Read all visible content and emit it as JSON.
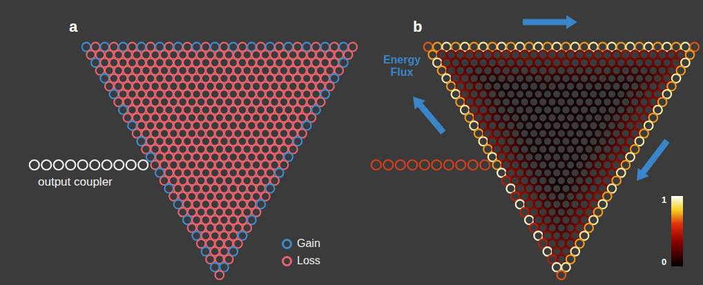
{
  "diagram": {
    "labels": [
      "a",
      "output coupler",
      "b",
      "Energy Flux",
      "1",
      "0"
    ],
    "legend": [
      {
        "text": "Gain",
        "color": "#3d8bd1"
      },
      {
        "text": "Loss",
        "color": "#e8646e"
      }
    ]
  }
}
